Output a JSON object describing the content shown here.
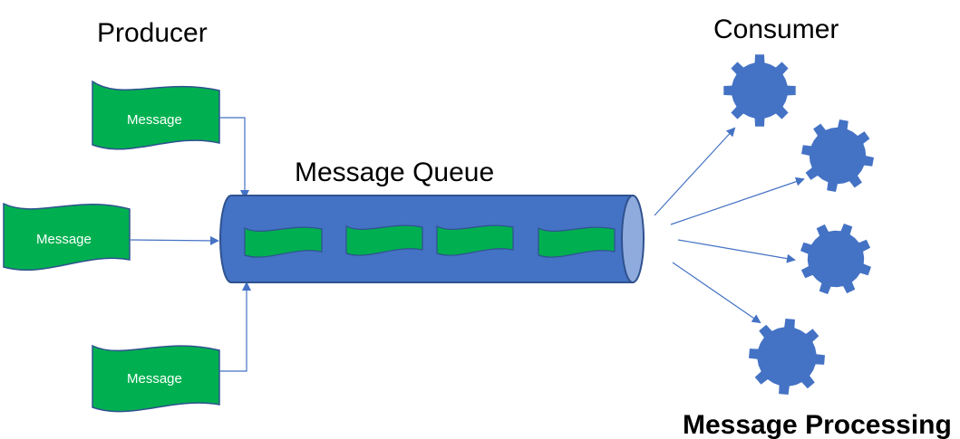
{
  "labels": {
    "producer": "Producer",
    "consumer": "Consumer",
    "queue": "Message Queue",
    "processing": "Message Processing"
  },
  "messages": [
    {
      "text": "Message"
    },
    {
      "text": "Message"
    },
    {
      "text": "Message"
    }
  ],
  "colors": {
    "message_fill": "#00b050",
    "message_stroke": "#2f528f",
    "queue_fill": "#4472c4",
    "queue_end": "#8faadc",
    "gear_fill": "#4472c4",
    "arrow": "#4472c4"
  }
}
